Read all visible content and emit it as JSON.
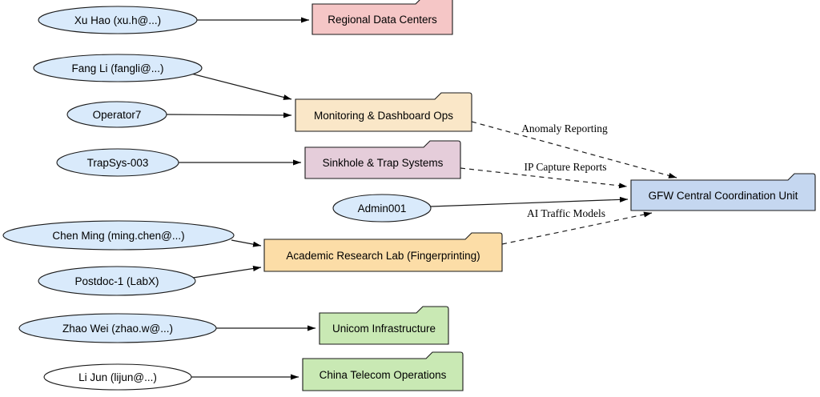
{
  "diagram": {
    "background": "#ffffff",
    "stroke_color": "#1a1a1a",
    "arrow_color": "#000000",
    "nodes": [
      {
        "id": "xu_hao",
        "label": "Xu Hao (xu.h@...)",
        "shape": "ellipse",
        "fill": "#d9eafb"
      },
      {
        "id": "regional",
        "label": "Regional Data Centers",
        "shape": "folder",
        "fill": "#f5c6c6"
      },
      {
        "id": "fang_li",
        "label": "Fang Li (fangli@...)",
        "shape": "ellipse",
        "fill": "#d9eafb"
      },
      {
        "id": "operator7",
        "label": "Operator7",
        "shape": "ellipse",
        "fill": "#d9eafb"
      },
      {
        "id": "monitoring",
        "label": "Monitoring & Dashboard Ops",
        "shape": "folder",
        "fill": "#fae7c8"
      },
      {
        "id": "trapsys",
        "label": "TrapSys-003",
        "shape": "ellipse",
        "fill": "#d9eafb"
      },
      {
        "id": "sinkhole",
        "label": "Sinkhole & Trap Systems",
        "shape": "folder",
        "fill": "#e5cdda"
      },
      {
        "id": "admin001",
        "label": "Admin001",
        "shape": "ellipse",
        "fill": "#d9eafb"
      },
      {
        "id": "gfw",
        "label": "GFW Central Coordination Unit",
        "shape": "folder",
        "fill": "#c5d7f0"
      },
      {
        "id": "chen_ming",
        "label": "Chen Ming (ming.chen@...)",
        "shape": "ellipse",
        "fill": "#d9eafb"
      },
      {
        "id": "academic",
        "label": "Academic Research Lab (Fingerprinting)",
        "shape": "folder",
        "fill": "#fcdda7"
      },
      {
        "id": "postdoc",
        "label": "Postdoc-1 (LabX)",
        "shape": "ellipse",
        "fill": "#d9eafb"
      },
      {
        "id": "zhao_wei",
        "label": "Zhao Wei (zhao.w@...)",
        "shape": "ellipse",
        "fill": "#d9eafb"
      },
      {
        "id": "unicom",
        "label": "Unicom Infrastructure",
        "shape": "folder",
        "fill": "#c9e9b4"
      },
      {
        "id": "li_jun",
        "label": "Li Jun (lijun@...)",
        "shape": "ellipse",
        "fill": "#ffffff"
      },
      {
        "id": "telecom",
        "label": "China Telecom Operations",
        "shape": "folder",
        "fill": "#c9e9b4"
      }
    ],
    "edges": [
      {
        "from": "xu_hao",
        "to": "regional",
        "style": "solid",
        "label": ""
      },
      {
        "from": "fang_li",
        "to": "monitoring",
        "style": "solid",
        "label": ""
      },
      {
        "from": "operator7",
        "to": "monitoring",
        "style": "solid",
        "label": ""
      },
      {
        "from": "trapsys",
        "to": "sinkhole",
        "style": "solid",
        "label": ""
      },
      {
        "from": "chen_ming",
        "to": "academic",
        "style": "solid",
        "label": ""
      },
      {
        "from": "postdoc",
        "to": "academic",
        "style": "solid",
        "label": ""
      },
      {
        "from": "zhao_wei",
        "to": "unicom",
        "style": "solid",
        "label": ""
      },
      {
        "from": "li_jun",
        "to": "telecom",
        "style": "solid",
        "label": ""
      },
      {
        "from": "admin001",
        "to": "gfw",
        "style": "solid",
        "label": ""
      },
      {
        "from": "monitoring",
        "to": "gfw",
        "style": "dashed",
        "label": "Anomaly Reporting"
      },
      {
        "from": "sinkhole",
        "to": "gfw",
        "style": "dashed",
        "label": "IP Capture Reports"
      },
      {
        "from": "academic",
        "to": "gfw",
        "style": "dashed",
        "label": "AI Traffic Models"
      }
    ]
  }
}
